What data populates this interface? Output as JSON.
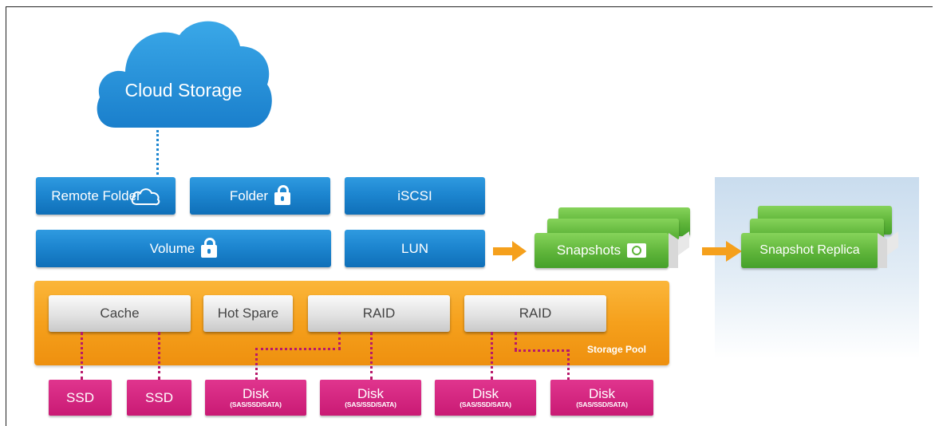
{
  "diagram": {
    "cloud_storage": "Cloud Storage",
    "remote_folder": "Remote Folder",
    "folder": "Folder",
    "iscsi": "iSCSI",
    "volume": "Volume",
    "lun": "LUN",
    "snapshots": "Snapshots",
    "snapshot_replica": "Snapshot Replica",
    "storage_pool": "Storage Pool",
    "cache": "Cache",
    "hot_spare": "Hot Spare",
    "raid_1": "RAID",
    "raid_2": "RAID",
    "ssd_1": "SSD",
    "ssd_2": "SSD",
    "disk_1": "Disk",
    "disk_1_sub": "(SAS/SSD/SATA)",
    "disk_2": "Disk",
    "disk_2_sub": "(SAS/SSD/SATA)",
    "disk_3": "Disk",
    "disk_3_sub": "(SAS/SSD/SATA)",
    "disk_4": "Disk",
    "disk_4_sub": "(SAS/SSD/SATA)"
  },
  "colors": {
    "blue": "#1d86d0",
    "orange": "#f5a01c",
    "green": "#5fb53a",
    "magenta": "#c91a74",
    "gray": "#d9d9d9"
  },
  "icons": [
    "cloud-icon",
    "lock-icon",
    "camera-icon",
    "arrow-right-icon"
  ]
}
